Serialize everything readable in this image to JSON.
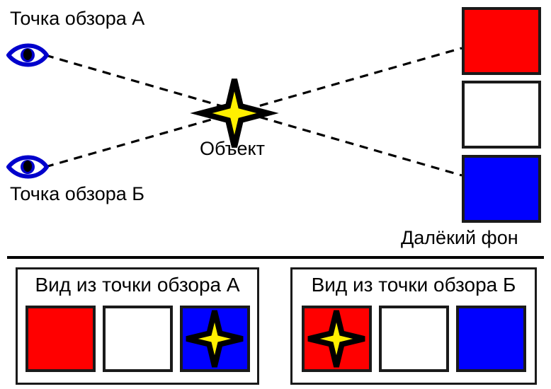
{
  "diagram": {
    "type": "parallax-viewing-angle-diagram",
    "labels": {
      "viewpoint_a": "Точка обзора А",
      "viewpoint_b": "Точка обзора Б",
      "object": "Объект",
      "background": "Далёкий фон"
    },
    "background_squares": [
      {
        "name": "red",
        "color": "#FF0000"
      },
      {
        "name": "white",
        "color": "#FFFFFF"
      },
      {
        "name": "blue",
        "color": "#0000FF"
      }
    ],
    "sightlines": [
      {
        "from": "viewpoint_a",
        "through": "object",
        "to": "blue-background-square"
      },
      {
        "from": "viewpoint_b",
        "through": "object",
        "to": "red-background-square"
      }
    ],
    "colors": {
      "red": "#FF0000",
      "white": "#FFFFFF",
      "blue": "#0000FF",
      "star_fill": "#FFF000",
      "star_outline": "#000000",
      "eye_blue": "#0000CC",
      "outline": "#1A1A1A",
      "background": "#FFFFFF"
    }
  },
  "views": [
    {
      "id": "view-a",
      "title": "Вид из точки обзора А",
      "cells": [
        {
          "color": "#FF0000",
          "has_star": false
        },
        {
          "color": "#FFFFFF",
          "has_star": false
        },
        {
          "color": "#0000FF",
          "has_star": true
        }
      ]
    },
    {
      "id": "view-b",
      "title": "Вид из точки обзора Б",
      "cells": [
        {
          "color": "#FF0000",
          "has_star": true
        },
        {
          "color": "#FFFFFF",
          "has_star": false
        },
        {
          "color": "#0000FF",
          "has_star": false
        }
      ]
    }
  ]
}
